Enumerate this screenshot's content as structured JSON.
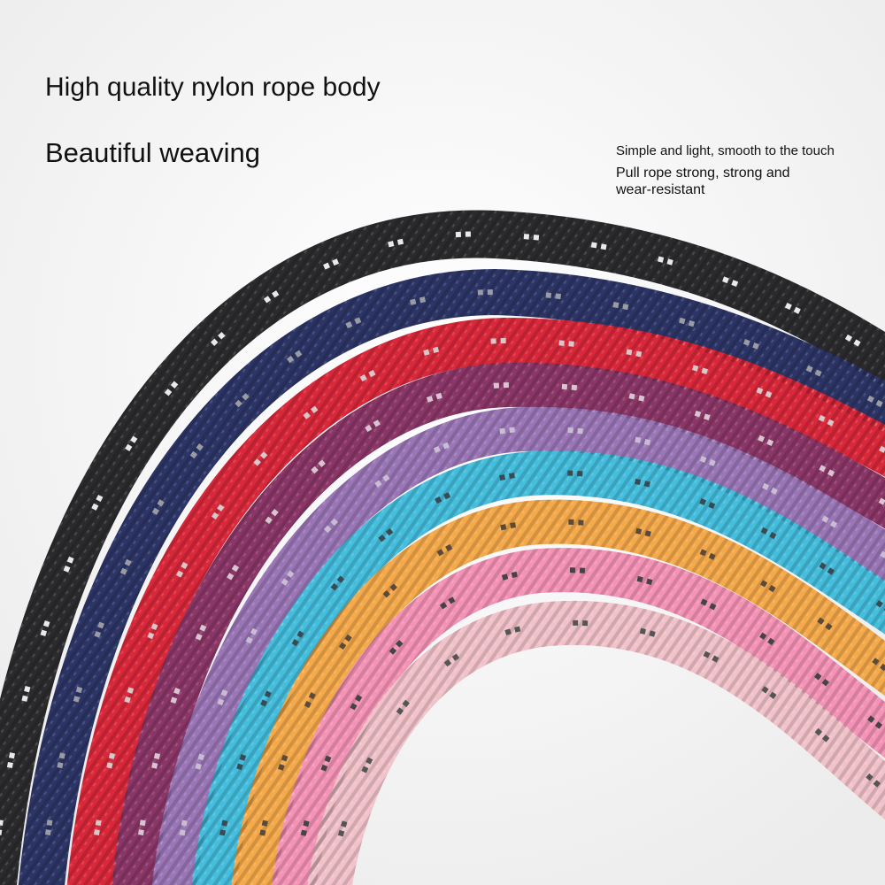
{
  "headline": {
    "line1": "High quality nylon rope body",
    "line2": "Beautiful weaving"
  },
  "side_text": {
    "line1": "Simple and light, smooth to the touch",
    "line2": "Pull rope strong, strong and wear-resistant"
  },
  "colors": {
    "background": "#f3f3f3",
    "ropes": [
      "#2b2b2e",
      "#2c3566",
      "#d8283a",
      "#8a3768",
      "#9a76b6",
      "#45bddc",
      "#f4a94a",
      "#f493b6",
      "#f1c2ca"
    ]
  }
}
